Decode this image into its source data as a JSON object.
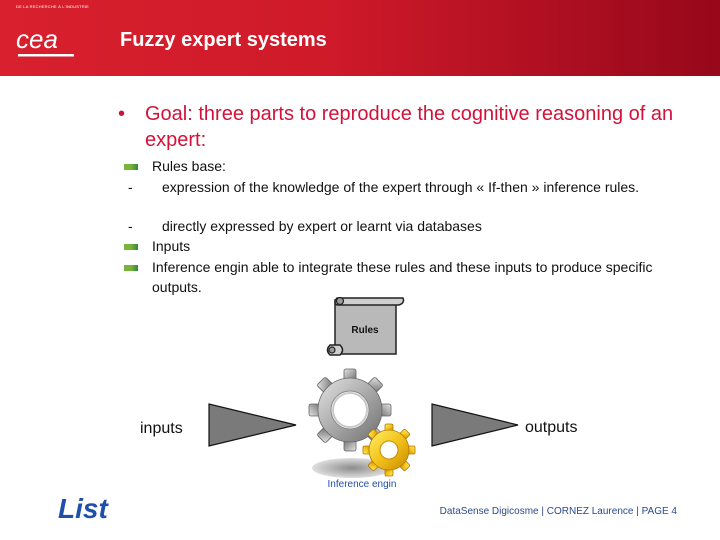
{
  "header": {
    "logo_tagline": "DE LA RECHERCHE À L'INDUSTRIE",
    "logo_text": "cea",
    "title": "Fuzzy expert systems"
  },
  "goal": {
    "bullet": "•",
    "text": "Goal: three parts to reproduce the cognitive reasoning of an expert:"
  },
  "items": {
    "rules_base": "Rules base:",
    "sub1": "expression of the knowledge of the expert through « If-then » inference rules.",
    "sub2": "directly expressed by expert or learnt via databases",
    "dash": "-",
    "inputs": "Inputs",
    "inference": "Inference engin able to integrate these rules and these inputs to produce specific outputs."
  },
  "diagram": {
    "rules_label": "Rules",
    "inputs_label": "inputs",
    "outputs_label": "outputs",
    "engine_label": "Inference engin"
  },
  "footer": {
    "logo_text": "List",
    "text": "DataSense Digicosme | CORNEZ Laurence |  PAGE 4"
  },
  "colors": {
    "header_red": "#d8202e",
    "goal_red": "#d3123a",
    "bullet_green": "#7ab33a",
    "footer_blue": "#2a4a8a",
    "list_logo_blue": "#1f4fa8"
  }
}
